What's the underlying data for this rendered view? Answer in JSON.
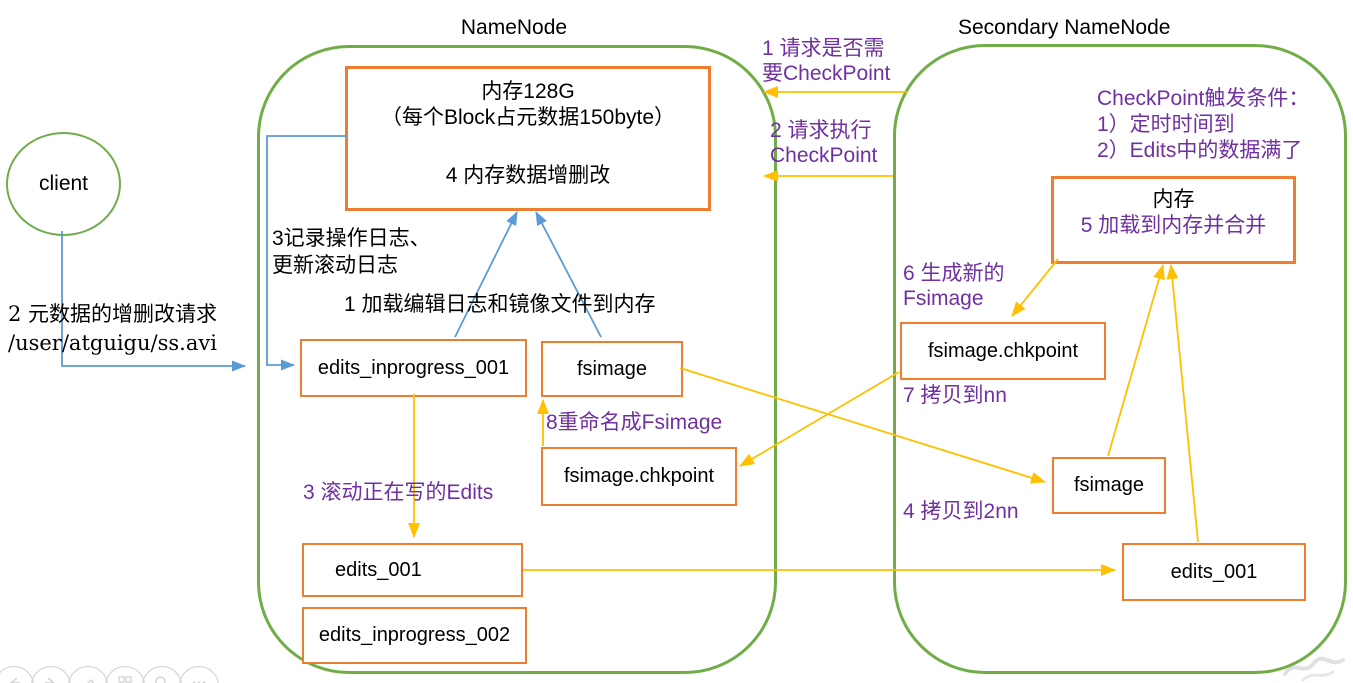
{
  "client": {
    "label": "client"
  },
  "namenode": {
    "title": "NameNode",
    "memory": {
      "line1": "内存128G",
      "line2": "（每个Block占元数据150byte）",
      "line3": "4 内存数据增删改"
    },
    "edits_inprogress_001": "edits_inprogress_001",
    "fsimage": "fsimage",
    "fsimage_chkpoint": "fsimage.chkpoint",
    "edits_001": "edits_001",
    "edits_inprogress_002": "edits_inprogress_002"
  },
  "secondary_namenode": {
    "title": "Secondary NameNode",
    "memory": {
      "line1": "内存",
      "line2": "5 加载到内存并合并"
    },
    "fsimage_chkpoint": "fsimage.chkpoint",
    "fsimage": "fsimage",
    "edits_001": "edits_001"
  },
  "annotations": {
    "step1_request_checkpoint": "1 请求是否需\n要CheckPoint",
    "step2_execute_checkpoint": "2 请求执行\nCheckPoint",
    "checkpoint_conditions": "CheckPoint触发条件：\n1）定时时间到\n2）Edits中的数据满了",
    "step2_metadata_request": "2 元数据的增删改请求\n/user/atguigu/ss.avi",
    "step3_record_log": "3记录操作日志、\n更新滚动日志",
    "step1_load_to_memory": "1 加载编辑日志和镜像文件到内存",
    "step3_roll_edits": "3 滚动正在写的Edits",
    "step8_rename_fsimage": "8重命名成Fsimage",
    "step6_generate_fsimage": "6 生成新的\nFsimage",
    "step7_copy_to_nn": "7 拷贝到nn",
    "step4_copy_to_2nn": "4 拷贝到2nn"
  },
  "colors": {
    "container_green": "#70AD47",
    "box_orange": "#ED7D31",
    "arrow_yellow": "#FFC000",
    "arrow_blue": "#5B9BD5",
    "text_purple": "#7030A0"
  },
  "player_controls": {
    "icons": [
      "prev-arrow-icon",
      "next-arrow-icon",
      "pen-icon",
      "all-slides-icon",
      "zoom-icon",
      "more-dots-icon"
    ]
  }
}
